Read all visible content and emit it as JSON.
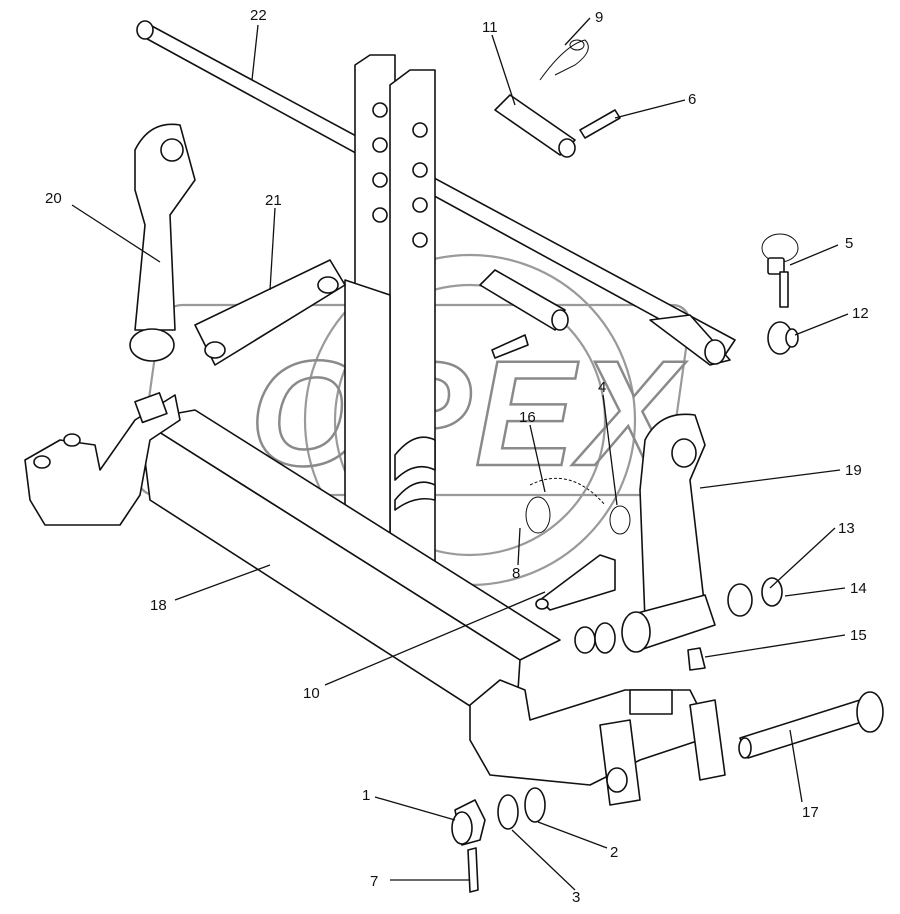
{
  "watermark": {
    "text": "OPEX"
  },
  "callouts": [
    {
      "number": "1"
    },
    {
      "number": "2"
    },
    {
      "number": "3"
    },
    {
      "number": "4"
    },
    {
      "number": "5"
    },
    {
      "number": "6"
    },
    {
      "number": "7"
    },
    {
      "number": "8"
    },
    {
      "number": "9"
    },
    {
      "number": "10"
    },
    {
      "number": "11"
    },
    {
      "number": "12"
    },
    {
      "number": "13"
    },
    {
      "number": "14"
    },
    {
      "number": "15"
    },
    {
      "number": "16"
    },
    {
      "number": "17"
    },
    {
      "number": "18"
    },
    {
      "number": "19"
    },
    {
      "number": "20"
    },
    {
      "number": "21"
    },
    {
      "number": "22"
    }
  ]
}
